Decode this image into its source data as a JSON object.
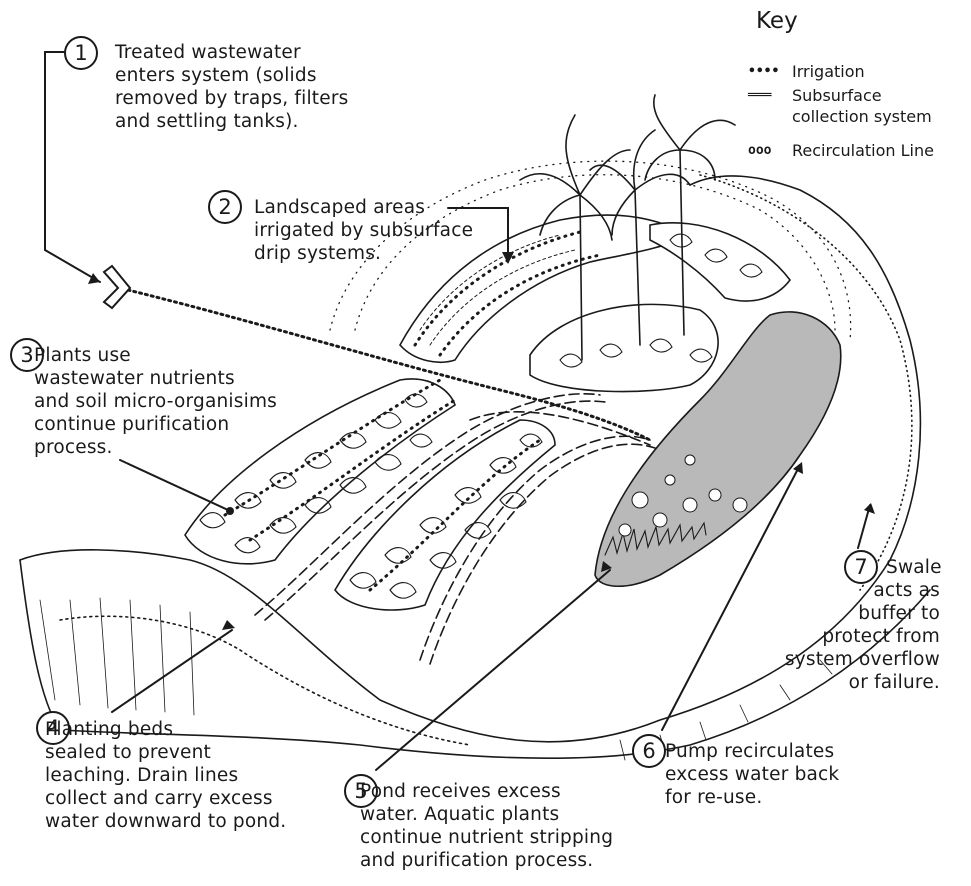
{
  "key": {
    "title": "Key",
    "items": [
      {
        "symbol": "••••",
        "label": "Irrigation"
      },
      {
        "symbol": "═══",
        "label": "Subsurface\ncollection system"
      },
      {
        "symbol": "ooo",
        "label": "Recirculation Line"
      }
    ]
  },
  "steps": [
    {
      "num": "1",
      "text": "Treated wastewater\nenters system (solids\nremoved by traps, filters\nand settling tanks)."
    },
    {
      "num": "2",
      "text": "Landscaped areas\nirrigated by subsurface\ndrip systems."
    },
    {
      "num": "3",
      "text": "Plants use\nwastewater nutrients\nand soil micro-organisims\ncontinue purification\nprocess."
    },
    {
      "num": "4",
      "text": "Planting beds\nsealed to prevent\nleaching. Drain lines\ncollect and carry excess\nwater downward to pond."
    },
    {
      "num": "5",
      "text": "Pond receives excess\nwater. Aquatic plants\ncontinue nutrient stripping\nand purification process."
    },
    {
      "num": "6",
      "text": "Pump recirculates\nexcess water back\nfor re-use."
    },
    {
      "num": "7",
      "text": "Swale\nacts as\nbuffer to\nprotect from\nsystem overflow\nor failure."
    }
  ],
  "colors": {
    "ink": "#1a1a1a",
    "pond": "#b9b9b9",
    "paper": "#ffffff"
  }
}
